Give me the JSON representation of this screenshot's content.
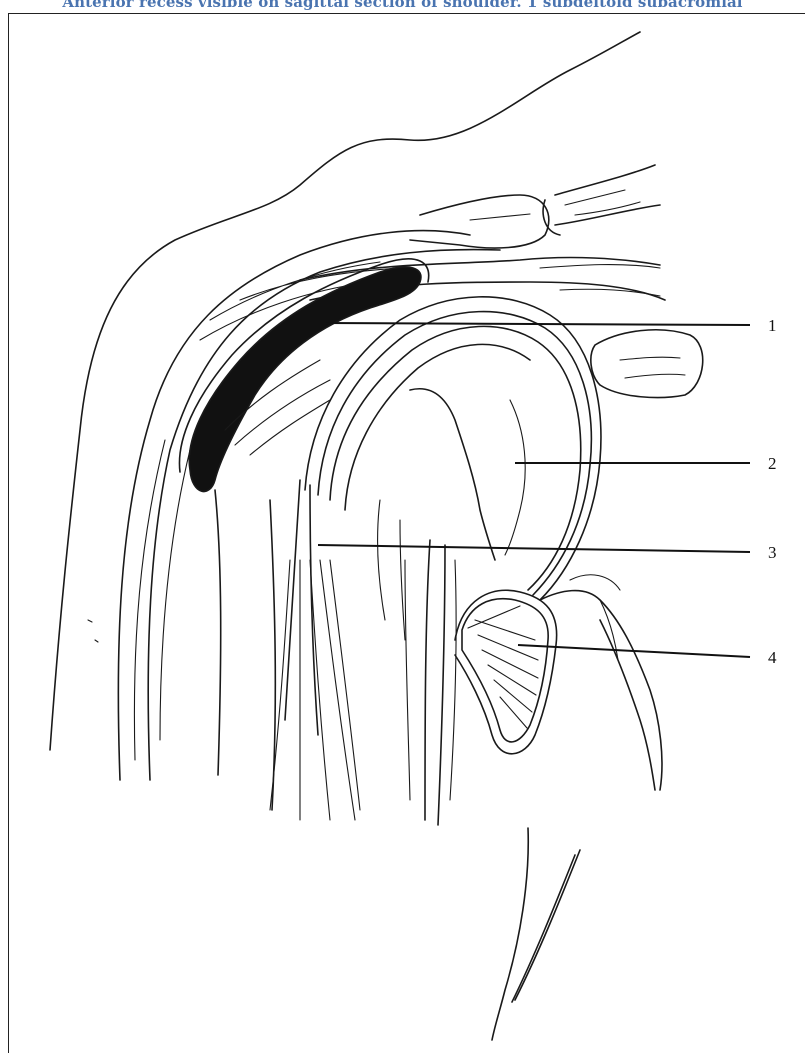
{
  "caption": "Anterior recess visible on sagittal section of shoulder. 1 subdeltoid subacromial",
  "labels": [
    "1",
    "2",
    "3",
    "4"
  ]
}
